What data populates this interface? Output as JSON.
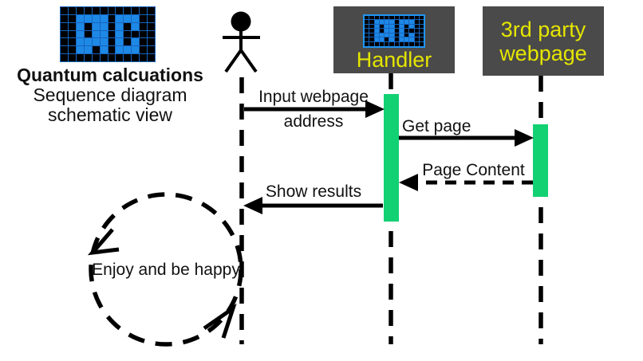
{
  "title": {
    "line1": "Quantum calcuations",
    "line2": "Sequence diagram",
    "line3": "schematic view"
  },
  "participants": {
    "handler": {
      "label": "Handler"
    },
    "third_party": {
      "line1": "3rd party",
      "line2": "webpage"
    }
  },
  "messages": {
    "input_webpage": {
      "line1": "Input webpage",
      "line2": "address"
    },
    "get_page": {
      "label": "Get page"
    },
    "page_content": {
      "label": "Page Content"
    },
    "show_results": {
      "label": "Show results"
    }
  },
  "loop": {
    "label": "Enjoy and be happy"
  },
  "logo": {
    "letters": "QC",
    "pattern": [
      "............",
      "..BBBB.BBB..",
      "..B.BB.B.B..",
      "..B.BB.B....",
      "..BBBB.B.B..",
      "..BB.B.BBB..",
      "............"
    ]
  },
  "colors": {
    "activation_green": "#12d172",
    "participant_box_bg": "#4a4a4a",
    "participant_text": "#e5e500",
    "logo_pixel_blue": "#1e88e5",
    "logo_grid_blue": "#1565c0",
    "logo_bg": "#000000",
    "line_black": "#000000"
  }
}
